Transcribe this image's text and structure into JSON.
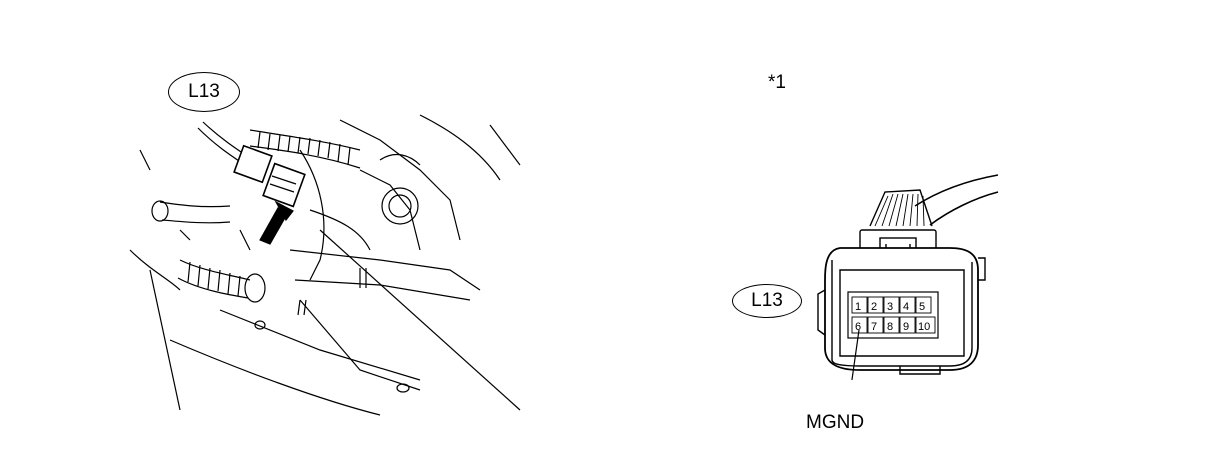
{
  "vehicle_view": {
    "connector_callout": "L13"
  },
  "connector_view": {
    "reference_marker": "*1",
    "connector_callout": "L13",
    "pins_top_row": [
      "1",
      "2",
      "3",
      "4",
      "5"
    ],
    "pins_bottom_row": [
      "6",
      "7",
      "8",
      "9",
      "10"
    ],
    "terminal_label": "MGND"
  }
}
